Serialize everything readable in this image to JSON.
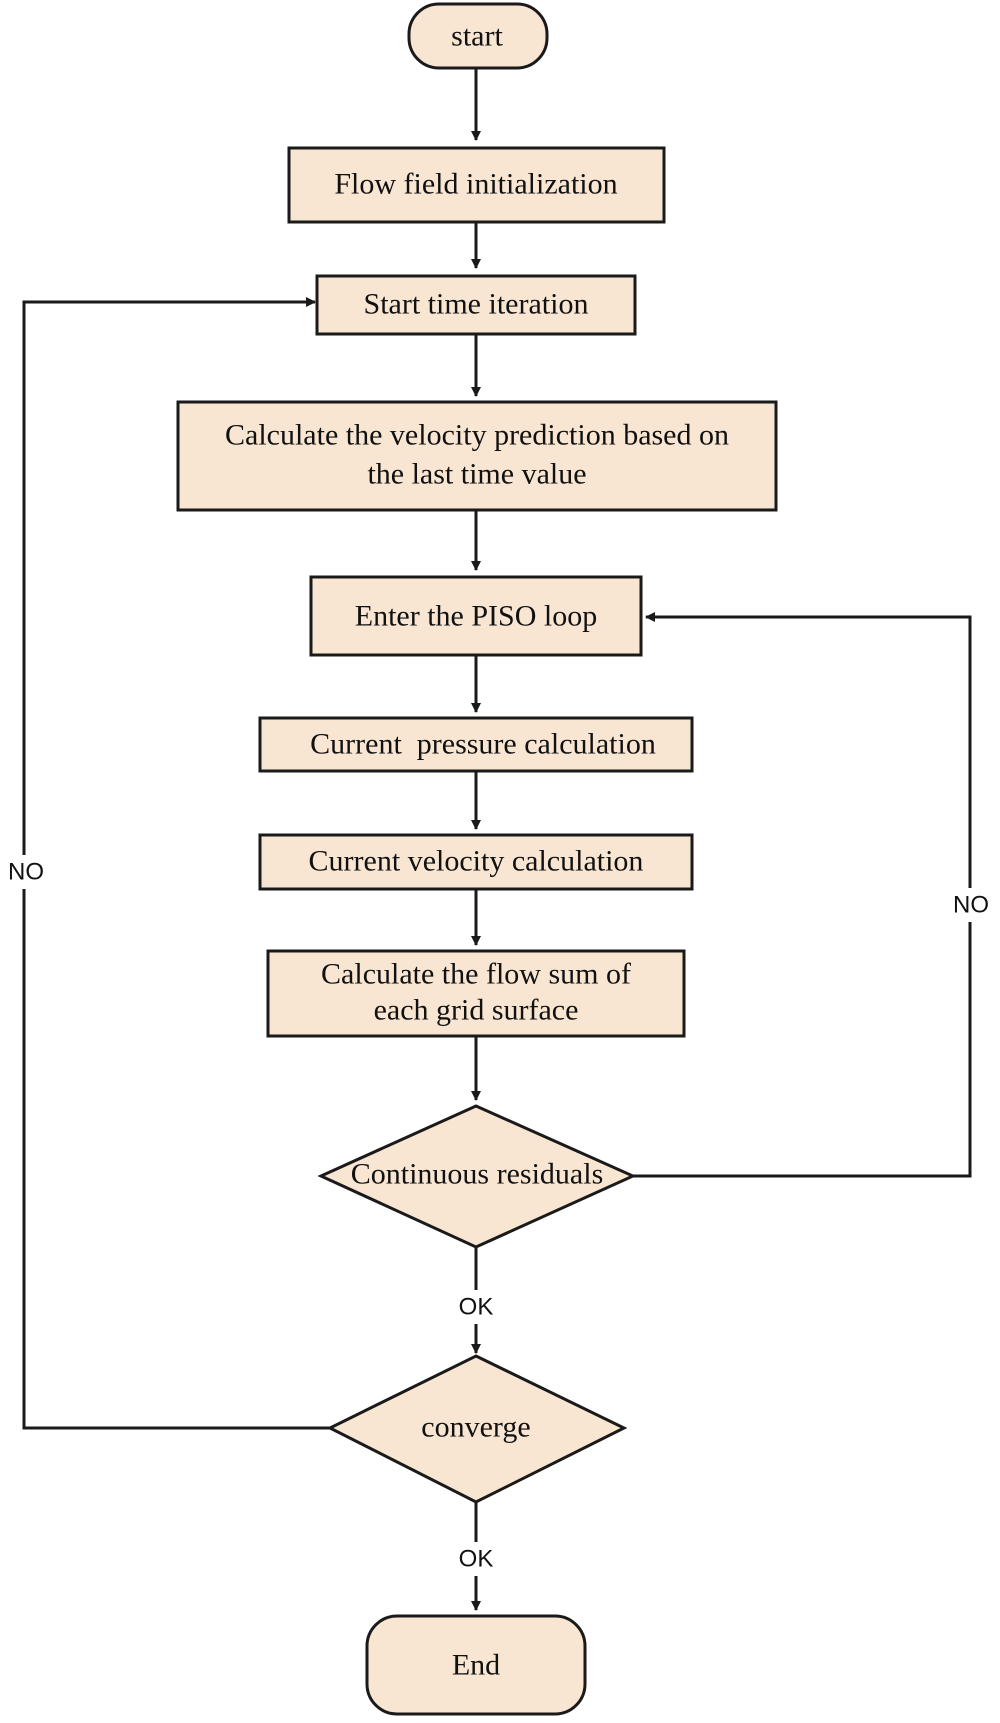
{
  "colors": {
    "node_fill": "#f8e6d2",
    "stroke": "#1a1a1a",
    "label_bg": "#ffffff"
  },
  "nodes": {
    "start": "start",
    "init": "Flow field initialization",
    "time_iter": "Start time iteration",
    "velocity_pred": [
      "Calculate the velocity prediction based on",
      "the last time value"
    ],
    "piso": "Enter the PISO loop",
    "pressure": "Current  pressure calculation",
    "velocity": "Current velocity calculation",
    "flow_sum": [
      "Calculate the flow sum of",
      "each grid surface"
    ],
    "residuals": "Continuous residuals",
    "converge": "converge",
    "end": "End"
  },
  "edge_labels": {
    "no_left": "NO",
    "no_right": "NO",
    "ok_residuals": "OK",
    "ok_converge": "OK"
  }
}
